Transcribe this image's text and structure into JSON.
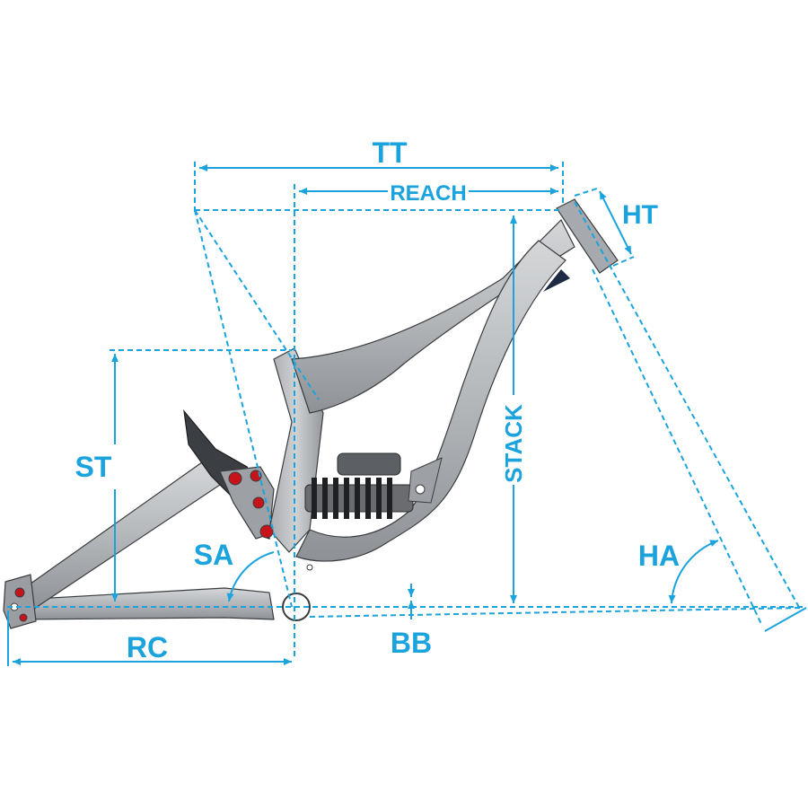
{
  "diagram": {
    "labels": {
      "tt": "TT",
      "reach": "REACH",
      "ht": "HT",
      "stack": "STACK",
      "st": "ST",
      "sa": "SA",
      "ha": "HA",
      "bb": "BB",
      "rc": "RC"
    },
    "colors": {
      "dimension": "#1aa3dd",
      "frame": "#b9bcbf",
      "frame_shadow": "#8f9296",
      "frame_outline": "#3a3d40",
      "pivot_bolt": "#c7141b",
      "shock_spring": "#2a2b2d",
      "shock_body": "#6a6c70"
    }
  }
}
